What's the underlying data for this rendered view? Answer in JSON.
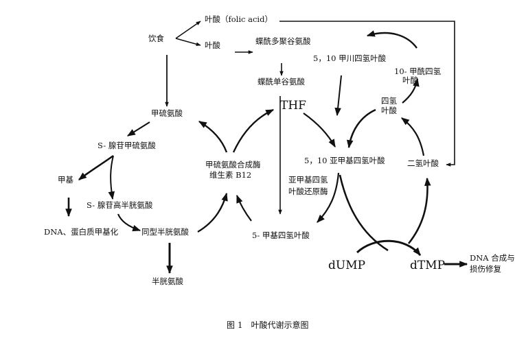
{
  "labels": {
    "folic_acid": "叶酸（folic acid）",
    "diet": "饮食",
    "folate": "叶酸",
    "pteroyl_polyglutamate": "蝶酰多聚谷氨酸",
    "pteroyl_monoglutamate": "蝶酰单谷氨酸",
    "methylene_thf_top": "5，10 甲川四氢叶酸",
    "formyl_thf_line1": "10- 甲酰四氢",
    "formyl_thf_line2": "叶酸",
    "thf": "THF",
    "thf_cn_line1": "四氢",
    "thf_cn_line2": "叶酸",
    "methionine": "甲硫氨酸",
    "sam": "S- 腺苷甲硫氨酸",
    "methyl": "甲基",
    "sah": "S- 腺苷高半胱氨酸",
    "dna_protein_methylation": "DNA、蛋白质甲基化",
    "homocysteine": "同型半胱氨酸",
    "cysteine": "半胱氨酸",
    "methionine_synthase_line1": "甲硫氨酸合成酶",
    "methionine_synthase_line2": "维生素 B12",
    "methylene_thf": "5，10 亚甲基四氢叶酸",
    "mthfr_line1": "亚甲基四氢",
    "mthfr_line2": "叶酸还原酶",
    "methyl_thf": "5- 甲基四氢叶酸",
    "dhf": "二氢叶酸",
    "dump": "dUMP",
    "dtmp": "dTMP",
    "dna_synthesis_line1": "DNA 合成与",
    "dna_synthesis_line2": "损伤修复"
  },
  "caption": "图 1　叶酸代谢示意图"
}
